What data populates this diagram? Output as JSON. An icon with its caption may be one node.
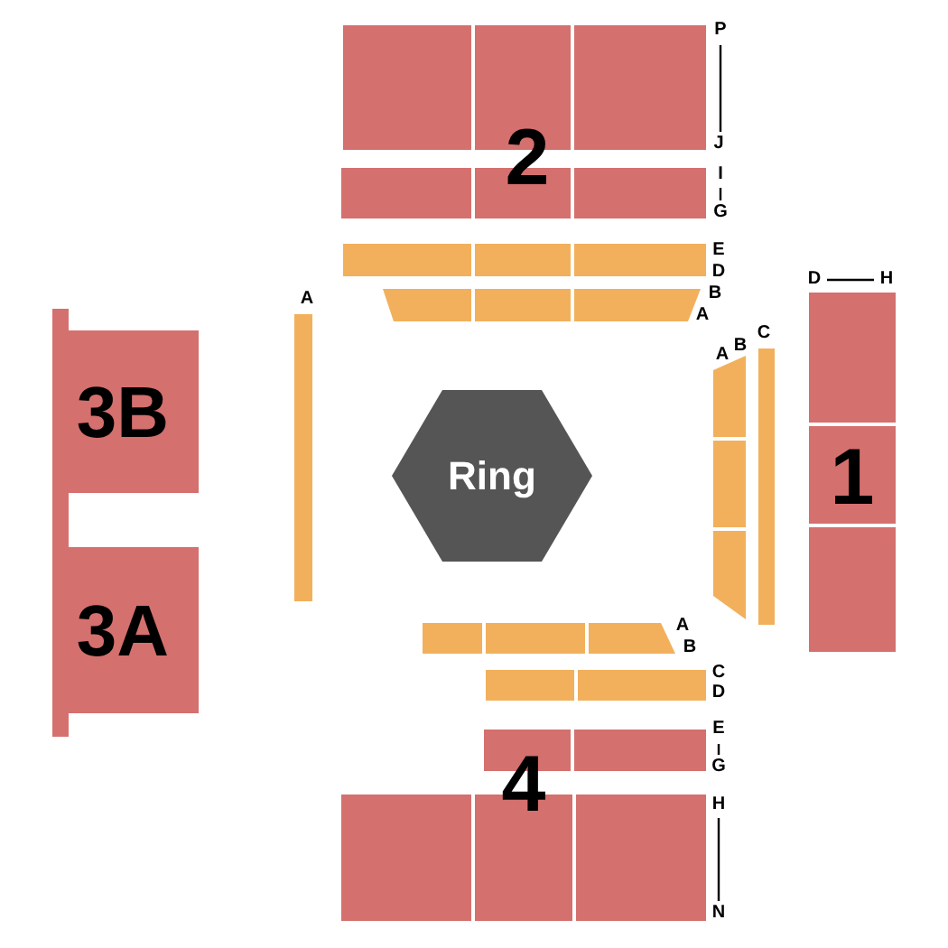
{
  "diagram": {
    "nodes": [
      {
        "text": [
          "Ring"
        ]
      }
    ],
    "labels": [
      "P",
      "2",
      "J",
      "I",
      "G",
      "E",
      "D",
      "B",
      "A",
      "A",
      "D",
      "H",
      "A",
      "B",
      "C",
      "3B",
      "1",
      "3A",
      "A",
      "B",
      "C",
      "D",
      "4",
      "E",
      "G",
      "H",
      "N"
    ]
  }
}
